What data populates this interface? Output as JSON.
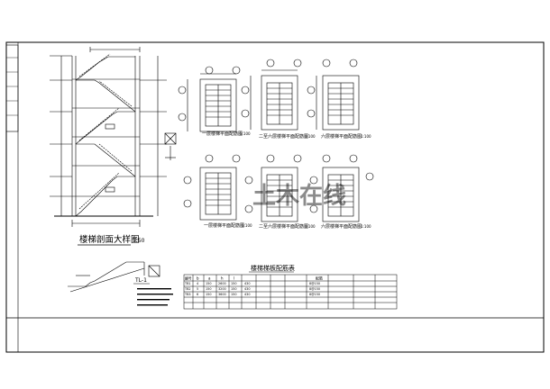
{
  "drawing": {
    "section_title": "楼梯剖面大样图",
    "section_scale": "1:50",
    "tl_label": "TL-1",
    "plan_titles": [
      {
        "title": "一层楼梯平面配筋图",
        "scale": "1:100"
      },
      {
        "title": "二至六层楼梯平面配筋图",
        "scale": "1:100"
      },
      {
        "title": "六层楼梯平面配筋图",
        "scale": "1:100"
      },
      {
        "title": "一层楼梯平面配筋图",
        "scale": "1:100"
      },
      {
        "title": "二至六层楼梯平面配筋图",
        "scale": "1:100"
      },
      {
        "title": "六层楼梯平面配筋图",
        "scale": "1:100"
      }
    ],
    "table_title": "楼梯梯板配筋表",
    "table": {
      "headers": [
        "编号",
        "b",
        "a",
        "h",
        "l",
        "配筋"
      ],
      "rows": [
        [
          "TB1",
          "4",
          "150",
          "2600",
          "150",
          "430",
          "8@150"
        ],
        [
          "TB2",
          "5",
          "150",
          "3200",
          "150",
          "430",
          "8@150"
        ],
        [
          "TB3",
          "6",
          "150",
          "3600",
          "150",
          "430",
          "8@150"
        ]
      ]
    },
    "watermark": "土木在线"
  }
}
